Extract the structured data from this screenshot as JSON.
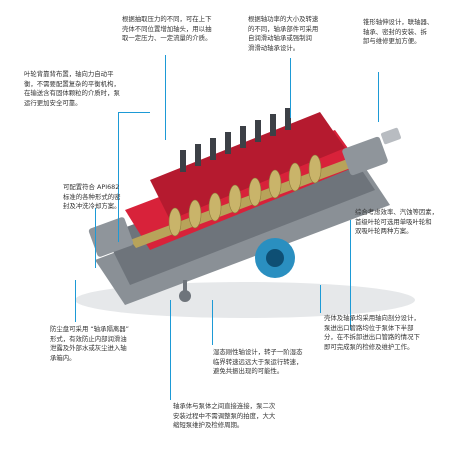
{
  "accent_color": "#1d9ad6",
  "pump_colors": {
    "casing": "#d8223a",
    "body": "#6e747b",
    "rotor": "#b8a35a",
    "flange": "#2a8fc0"
  },
  "callouts": [
    {
      "id": "pressure",
      "lines": [
        "根据抽取压力的不同，可在上下",
        "壳体不同位置增加轴头，用以抽",
        "取一定压力、一定流量的介质。"
      ]
    },
    {
      "id": "bearing-power",
      "lines": [
        "根据轴功率的大小及转速",
        "的不同，轴承部件可采用",
        "自润滑动轴承或强制润",
        "滑滑动轴承设计。"
      ]
    },
    {
      "id": "coupling",
      "lines": [
        "锥形轴伸设计，联轴器、",
        "轴承、密封的安装、拆",
        "卸与维修更加方便。"
      ]
    },
    {
      "id": "impeller-arrangement",
      "lines": [
        "叶轮背靠背布置，轴向力自动平",
        "衡，不需要配置复杂的平衡机构，",
        "在输送含有固体颗粒的介质时，泵",
        "运行更加安全可靠。"
      ]
    },
    {
      "id": "api682",
      "lines": [
        "可配置符合 API682",
        "标准的各种形式的密",
        "封及冲洗冷却方案。"
      ]
    },
    {
      "id": "first-stage",
      "lines": [
        "综合考虑效率、汽蚀等因素，",
        "首级叶轮可选用单吸叶轮和",
        "双吸叶轮两种方案。"
      ]
    },
    {
      "id": "shell-split",
      "lines": [
        "壳体及轴承均采用轴向剖分设计，",
        "泵进出口管路均位于泵体下半部",
        "分，在不拆卸进出口管路的情况下",
        "即可完成泵的检修及维护工作。"
      ]
    },
    {
      "id": "dust-disk",
      "lines": [
        "防尘盘可采用 “轴承隔离器”",
        "形式，有效防止内部润滑油",
        "泄露及外部水或灰尘进入轴",
        "承箱内。"
      ]
    },
    {
      "id": "rotor-stiffness",
      "lines": [
        "湿态刚性轴设计，转子一阶湿态",
        "临界转速远远大于泵运行转速，",
        "避免共振出现的可能性。"
      ]
    },
    {
      "id": "bearing-body",
      "lines": [
        "轴承体与泵体之间直接连接，泵二次",
        "安装过程中不需调整泵的拍度，大大",
        "缩短泵维护及检修周期。"
      ]
    }
  ]
}
